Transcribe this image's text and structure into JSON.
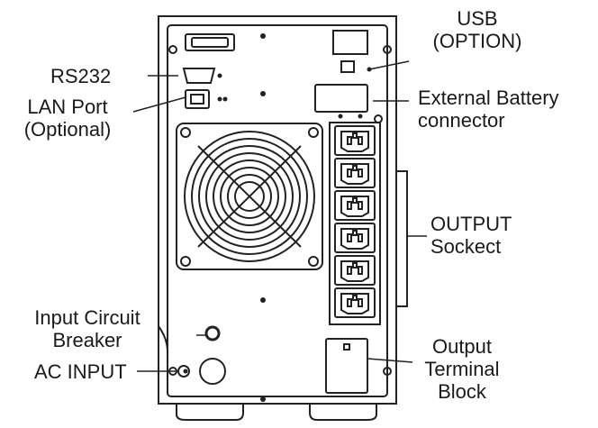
{
  "labels": {
    "usb": {
      "line1": "USB",
      "line2": "(OPTION)"
    },
    "rs232": "RS232",
    "lan": {
      "line1": "LAN Port",
      "line2": "(Optional)"
    },
    "external_battery": {
      "line1": "External Battery",
      "line2": "connector"
    },
    "output_socket": {
      "line1": "OUTPUT",
      "line2": "Sockect"
    },
    "input_breaker": {
      "line1": "Input Circuit",
      "line2": "Breaker"
    },
    "ac_input": "AC INPUT",
    "output_terminal": {
      "line1": "Output",
      "line2": "Terminal",
      "line3": "Block"
    }
  },
  "output_socket_count": 6
}
